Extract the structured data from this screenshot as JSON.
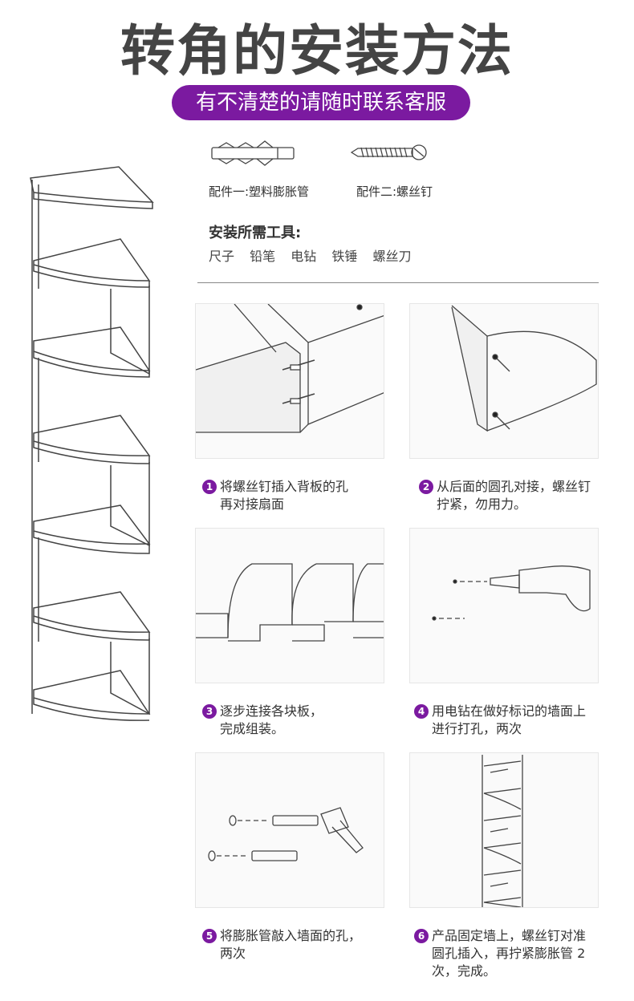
{
  "title": "转角的安装方法",
  "banner": "有不清楚的请随时联系客服",
  "parts": [
    {
      "label": "配件一:塑料膨胀管",
      "icon": "anchor-icon"
    },
    {
      "label": "配件二:螺丝钉",
      "icon": "screw-icon"
    }
  ],
  "tools": {
    "title": "安装所需工具:",
    "items": [
      "尺子",
      "铅笔",
      "电钻",
      "铁锤",
      "螺丝刀"
    ]
  },
  "steps": [
    {
      "num": "1",
      "line1": "将螺丝钉插入背板的孔",
      "line2": "再对接扇面"
    },
    {
      "num": "2",
      "line1": "从后面的圆孔对接，螺丝钉",
      "line2": "拧紧，勿用力。"
    },
    {
      "num": "3",
      "line1": "逐步连接各块板，",
      "line2": "完成组装。"
    },
    {
      "num": "4",
      "line1": "用电钻在做好标记的墙面上",
      "line2": "进行打孔，两次"
    },
    {
      "num": "5",
      "line1": "将膨胀管敲入墙面的孔，",
      "line2": "两次"
    },
    {
      "num": "6",
      "line1": "产品固定墙上，螺丝钉对准",
      "line2": "圆孔插入，再拧紧膨胀管 2",
      "line3": "次，完成。"
    }
  ],
  "colors": {
    "accent": "#7b1aa0",
    "title": "#444444"
  }
}
